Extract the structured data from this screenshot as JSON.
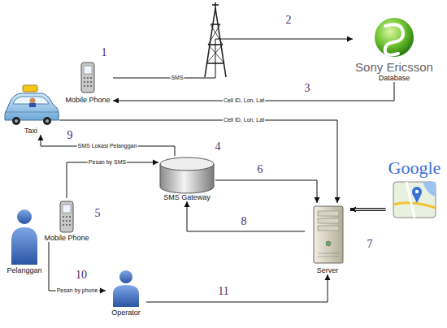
{
  "diagram": {
    "nodes": [
      {
        "text": [
          "Mobile Phone"
        ]
      },
      {
        "text": [
          "Taxi"
        ]
      },
      {
        "text": [
          "Sony Ericsson",
          "Database"
        ]
      },
      {
        "text": [
          "SMS Gateway"
        ]
      },
      {
        "text": [
          "Mobile Phone"
        ]
      },
      {
        "text": [
          "Pelanggan"
        ]
      },
      {
        "text": [
          "Operator"
        ]
      },
      {
        "text": [
          "Server"
        ]
      },
      {
        "text": [
          "Google"
        ]
      }
    ],
    "edges": [
      {
        "from": 0,
        "to": 2,
        "label": "SMS",
        "arrow": "to"
      },
      {
        "from": 2,
        "to": 0,
        "label": "Cell ID, Lon, Lat",
        "arrow": "to"
      },
      {
        "from": 1,
        "to": 7,
        "label": "Cell ID, Lon, Lat",
        "arrow": "to"
      },
      {
        "from": 3,
        "to": 1,
        "label": "SMS Lokasi Pelanggan",
        "arrow": "to"
      },
      {
        "from": 4,
        "to": 3,
        "label": "Pesan by SMS",
        "arrow": "to"
      },
      {
        "from": 3,
        "to": 7,
        "arrow": "to"
      },
      {
        "from": 7,
        "to": 3,
        "arrow": "to"
      },
      {
        "from": 8,
        "to": 7,
        "arrow": "to"
      },
      {
        "from": 4,
        "to": 6,
        "label": "Pesan by phone",
        "arrow": "to"
      },
      {
        "from": 6,
        "to": 7,
        "arrow": "to"
      }
    ],
    "labels": [
      "1",
      "2",
      "3",
      "4",
      "5",
      "6",
      "7",
      "8",
      "9",
      "10",
      "11"
    ]
  }
}
